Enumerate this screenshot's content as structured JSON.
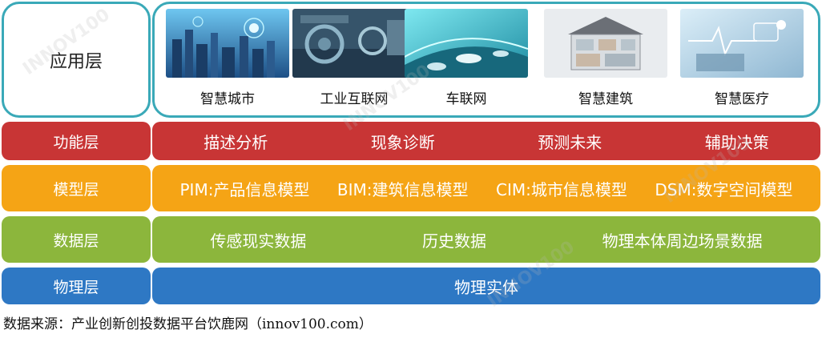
{
  "application_layer": {
    "label": "应用层",
    "items": [
      {
        "caption": "智慧城市"
      },
      {
        "caption": "工业互联网"
      },
      {
        "caption": "车联网"
      },
      {
        "caption": "智慧建筑"
      },
      {
        "caption": "智慧医疗"
      }
    ]
  },
  "function_layer": {
    "label": "功能层",
    "items": [
      "描述分析",
      "现象诊断",
      "预测未来",
      "辅助决策"
    ]
  },
  "model_layer": {
    "label": "模型层",
    "items": [
      "PIM:产品信息模型",
      "BIM:建筑信息模型",
      "CIM:城市信息模型",
      "DSM:数字空间模型"
    ]
  },
  "data_layer": {
    "label": "数据层",
    "items": [
      "传感现实数据",
      "历史数据",
      "物理本体周边场景数据"
    ]
  },
  "physical_layer": {
    "label": "物理层",
    "items": [
      "物理实体"
    ]
  },
  "source": "数据来源：产业创新创投数据平台饮鹿网（innov100.com）",
  "watermark": "INNOV100",
  "colors": {
    "function": "#c83535",
    "model": "#f5a415",
    "data": "#8cb63c",
    "physical": "#2e78c4",
    "border": "#3aa9b8"
  }
}
